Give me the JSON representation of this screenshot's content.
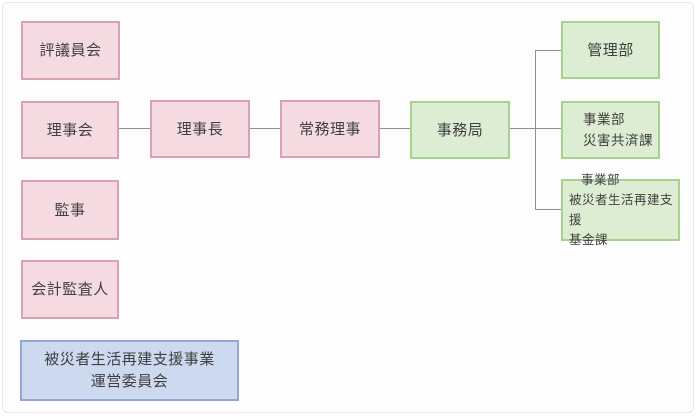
{
  "diagram": {
    "type": "org-chart",
    "nodes": {
      "hyogiinkai": {
        "label": "評議員会",
        "style": "pink"
      },
      "rijikai": {
        "label": "理事会",
        "style": "pink"
      },
      "kanji": {
        "label": "監事",
        "style": "pink"
      },
      "kaikei_kansanin": {
        "label": "会計監査人",
        "style": "pink"
      },
      "unei_iinkai": {
        "lines": [
          "被災者生活再建支援事業",
          "運営委員会"
        ],
        "style": "blue"
      },
      "rijicho": {
        "label": "理事長",
        "style": "pink"
      },
      "jomu_riji": {
        "label": "常務理事",
        "style": "pink"
      },
      "jimukyoku": {
        "label": "事務局",
        "style": "green"
      },
      "kanribu": {
        "label": "管理部",
        "style": "green"
      },
      "jigyobu_saigai": {
        "lines": [
          "事業部",
          "災害共済課"
        ],
        "style": "green"
      },
      "jigyobu_kikin": {
        "lines": [
          "事業部",
          "被災者生活再建支援",
          "基金課"
        ],
        "style": "green"
      }
    },
    "edges": [
      {
        "from": "rijikai",
        "to": "rijicho"
      },
      {
        "from": "rijicho",
        "to": "jomu_riji"
      },
      {
        "from": "jomu_riji",
        "to": "jimukyoku"
      },
      {
        "from": "jimukyoku",
        "to": "kanribu"
      },
      {
        "from": "jimukyoku",
        "to": "jigyobu_saigai"
      },
      {
        "from": "jimukyoku",
        "to": "jigyobu_kikin"
      }
    ],
    "colors": {
      "pink_fill": "#f5dbe1",
      "pink_border": "#d8a2b1",
      "green_fill": "#dcedd3",
      "green_border": "#a5d28d",
      "blue_fill": "#cdd9ee",
      "blue_border": "#92a8d2",
      "connector_line": "#8f8f8f",
      "text": "#3f3f3f",
      "frame_border": "#e7e7e7",
      "background": "#fdfdfd"
    }
  }
}
